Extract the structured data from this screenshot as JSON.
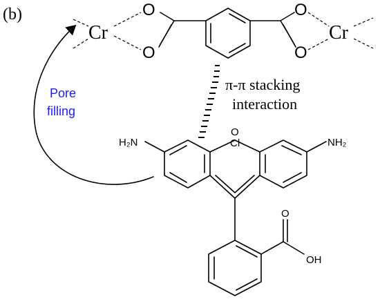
{
  "panel_label": "(b)",
  "cr_left": "Cr",
  "cr_right": "Cr",
  "o_top_left": "O",
  "o_bottom_left": "O",
  "o_top_right": "O",
  "o_bottom_right": "O",
  "stacking_line1": "π-π stacking",
  "stacking_line2": "interaction",
  "pore_line1": "Pore",
  "pore_line2": "filling",
  "amine_left": "H₂N",
  "amine_right": "NH₂",
  "central_atom_o": "O",
  "central_atom_cl": "Cl",
  "carbonyl_o": "O",
  "hydroxyl": "OH",
  "colors": {
    "pore_text": "#1a1aff",
    "ink": "#000000"
  }
}
